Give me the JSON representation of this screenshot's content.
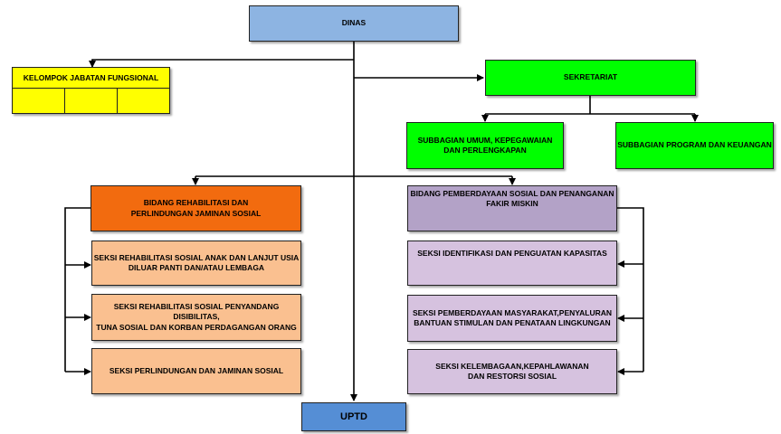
{
  "chart_title": "",
  "colors": {
    "dinas": "#8db4e2",
    "fungsional": "#ffff00",
    "sekretariat": "#00ff00",
    "subbagian": "#00ff00",
    "bidang_rehab": "#f26b0f",
    "seksi_rehab": "#fac090",
    "bidang_pemberdayaan": "#b3a2c7",
    "seksi_pemberdayaan": "#d6c2df",
    "uptd": "#558ed5",
    "line": "#000000"
  },
  "nodes": {
    "dinas": "DINAS",
    "kelompok_jabatan_fungsional": "KELOMPOK JABATAN FUNGSIONAL",
    "sekretariat": "SEKRETARIAT",
    "subbagian_umum": "SUBBAGIAN UMUM, KEPEGAWAIAN\nDAN PERLENGKAPAN",
    "subbagian_program": "SUBBAGIAN PROGRAM DAN KEUANGAN",
    "bidang_rehabilitasi": "BIDANG REHABILITASI DAN\nPERLINDUNGAN JAMINAN SOSIAL",
    "seksi_rehab_anak": "SEKSI REHABILITASI SOSIAL ANAK DAN LANJUT USIA\nDILUAR PANTI DAN/ATAU LEMBAGA",
    "seksi_rehab_disabilitas": "SEKSI REHABILITASI SOSIAL PENYANDANG DISIBILITAS,\nTUNA SOSIAL DAN KORBAN PERDAGANGAN ORANG",
    "seksi_perlindungan": "SEKSI PERLINDUNGAN DAN JAMINAN SOSIAL",
    "bidang_pemberdayaan": "BIDANG PEMBERDAYAAN SOSIAL DAN PENANGANAN\nFAKIR MISKIN",
    "seksi_identifikasi": "SEKSI IDENTIFIKASI DAN PENGUATAN KAPASITAS",
    "seksi_pemberdayaan_masyarakat": "SEKSI PEMBERDAYAAN MASYARAKAT,PENYALURAN\nBANTUAN STIMULAN DAN PENATAAN LINGKUNGAN",
    "seksi_kelembagaan": "SEKSI KELEMBAGAAN,KEPAHLAWANAN\nDAN RESTORSI SOSIAL",
    "uptd": "UPTD"
  }
}
